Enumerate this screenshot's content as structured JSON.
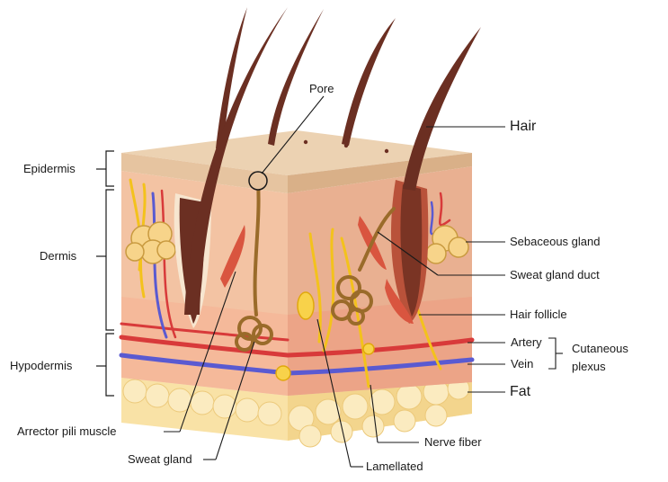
{
  "labels": {
    "pore": "Pore",
    "hair": "Hair",
    "epidermis": "Epidermis",
    "dermis": "Dermis",
    "hypodermis": "Hypodermis",
    "sebaceous_gland": "Sebaceous gland",
    "sweat_gland_duct": "Sweat gland duct",
    "hair_follicle": "Hair follicle",
    "artery": "Artery",
    "vein": "Vein",
    "cutaneous": "Cutaneous",
    "plexus": "plexus",
    "fat": "Fat",
    "arrector_pili_muscle": "Arrector pili muscle",
    "sweat_gland": "Sweat gland",
    "nerve_fiber": "Nerve fiber",
    "lamellated": "Lamellated"
  },
  "colors": {
    "epidermis_top": "#ecd2b2",
    "epidermis_side": "#e2bf98",
    "dermis": "#f3c3a3",
    "dermis_side": "#e9b091",
    "deep_dermis": "#f6a98d",
    "hypodermis_fat": "#f9e2a6",
    "hair": "#6b2f22",
    "hair_follicle": "#b9523a",
    "artery": "#d83a3a",
    "vein": "#5a5ad1",
    "nerve": "#f3c21c",
    "sweat_gland": "#9a6b2a",
    "label_line": "#1a1a1a"
  }
}
